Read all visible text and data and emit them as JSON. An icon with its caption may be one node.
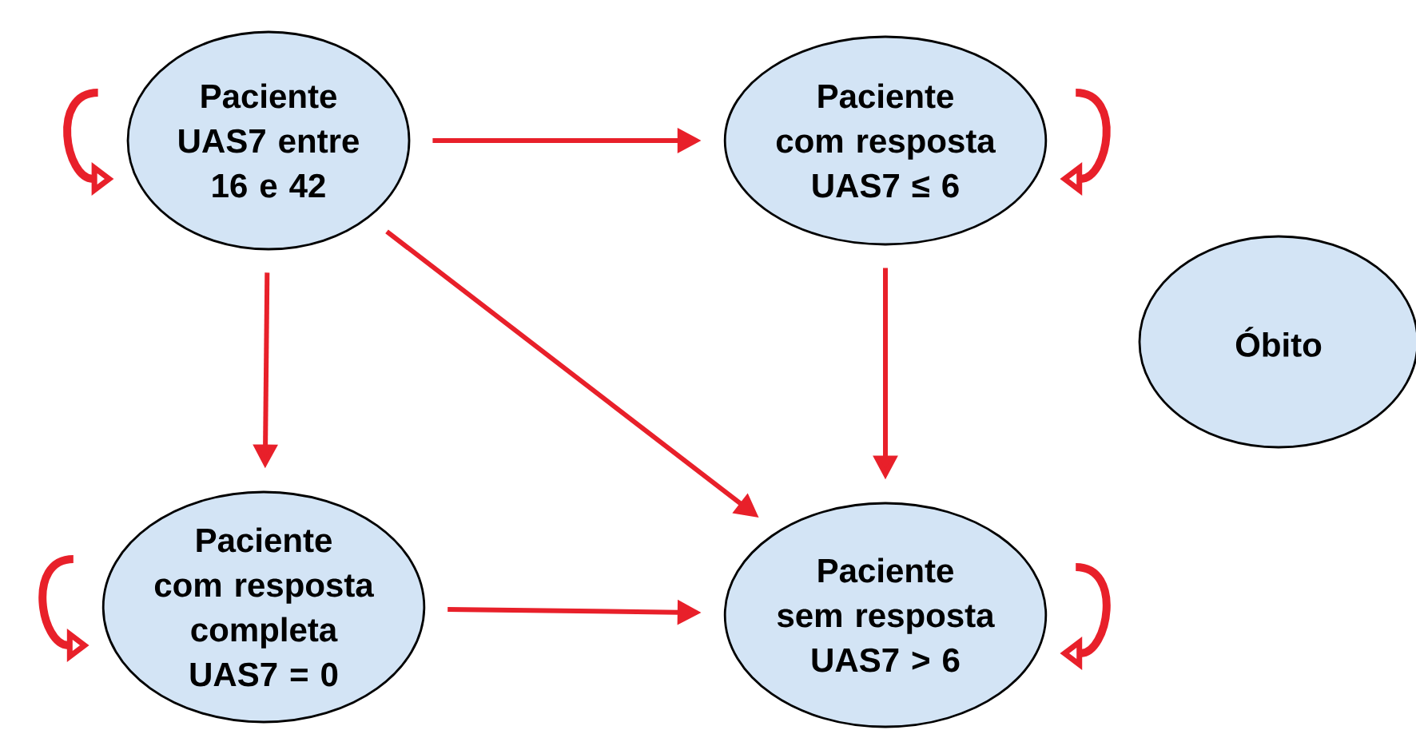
{
  "diagram": {
    "nodes": [
      {
        "text": [
          "Paciente",
          "UAS7 entre 16 e 42"
        ]
      },
      {
        "text": [
          "Paciente",
          "com resposta UAS7 ≤ 6"
        ]
      },
      {
        "text": [
          "Óbito"
        ]
      },
      {
        "text": [
          "Paciente",
          "com resposta completa UAS7 = 0"
        ]
      },
      {
        "text": [
          "Paciente",
          "sem resposta UAS7 > 6"
        ]
      }
    ],
    "edges": [
      {
        "from": null,
        "to": 0,
        "arrow": "to"
      },
      {
        "from": 0,
        "to": 1,
        "arrow": "to"
      },
      {
        "from": null,
        "to": 1,
        "arrow": "to"
      },
      {
        "from": 0,
        "to": 4,
        "arrow": "to"
      },
      {
        "from": 0,
        "to": 3,
        "arrow": "to"
      },
      {
        "from": 1,
        "to": 4,
        "arrow": "to"
      },
      {
        "from": null,
        "to": 3,
        "arrow": "to"
      },
      {
        "from": 3,
        "to": 4,
        "arrow": "to"
      },
      {
        "from": null,
        "to": 4,
        "arrow": "to"
      }
    ]
  }
}
